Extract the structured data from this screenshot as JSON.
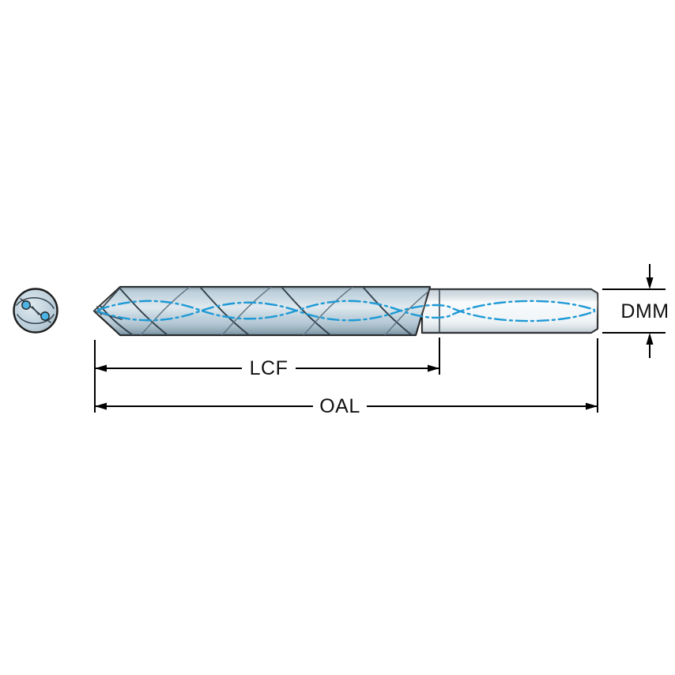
{
  "diagram": {
    "labels": {
      "lcf": "LCF",
      "oal": "OAL",
      "dmm": "DMM"
    },
    "colors": {
      "background": "#ffffff",
      "outline": "#1c1c1c",
      "flute_fill": "#b9cdd9",
      "shank_fill": "#eef3f6",
      "coolant_blue": "#1e9ad6",
      "coolant_hole_fill": "#4db3e2",
      "dimension_color": "#000000"
    }
  }
}
